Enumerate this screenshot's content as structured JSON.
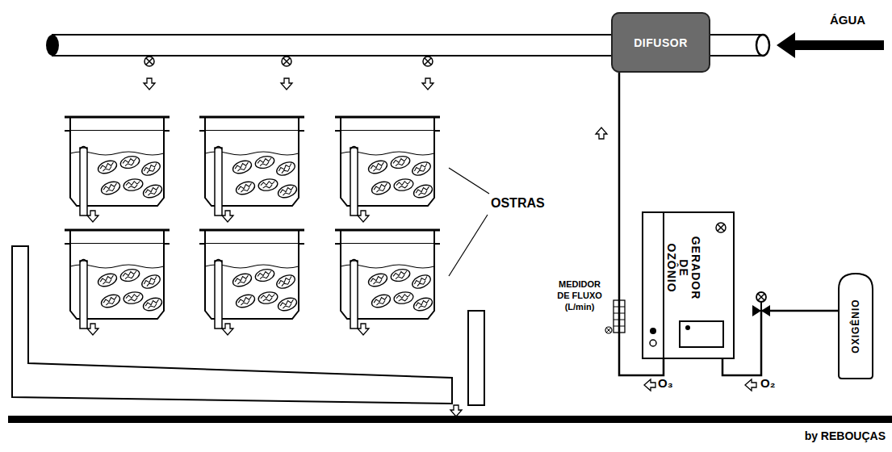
{
  "diagram": {
    "nodes": [
      {
        "text": [
          "DIFUSOR"
        ]
      },
      {
        "text": [
          "GERADOR DE OZÔNIO"
        ]
      },
      {
        "text": [
          "OXIGÊNIO"
        ]
      }
    ],
    "edges": [
      {
        "from": 1,
        "to": 0,
        "arrow": "none"
      },
      {
        "from": 2,
        "to": 1,
        "arrow": "none"
      }
    ],
    "labels": [
      "ÁGUA",
      "OSTRAS",
      "MEDIDOR DE FLUXO (L/min)",
      "O₃",
      "O₂",
      "by REBOUÇAS"
    ]
  }
}
